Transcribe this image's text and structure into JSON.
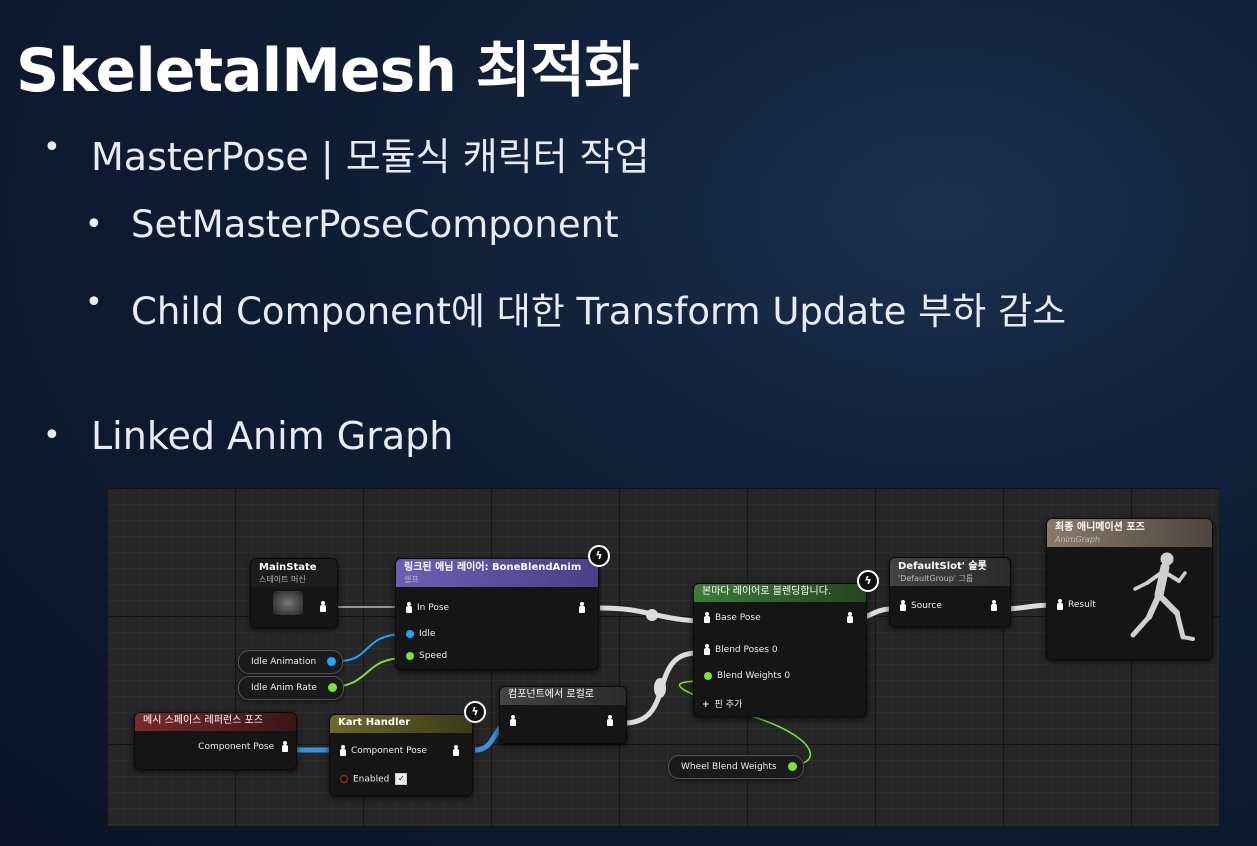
{
  "slide": {
    "title": "SkeletalMesh 최적화",
    "bullets": [
      "MasterPose | 모듈식 캐릭터 작업",
      "SetMasterPoseComponent",
      "Child Component에 대한 Transform Update 부하 감소",
      "Linked Anim Graph"
    ],
    "bullet_glyph": "•"
  },
  "graph": {
    "main_state": {
      "title": "MainState",
      "subtitle": "스테이트 머신"
    },
    "linked_layer": {
      "title": "링크된 애님 레이어: BoneBlendAnim",
      "subtitle": "셀프",
      "pins": [
        "In Pose",
        "Idle",
        "Speed"
      ]
    },
    "idle_animation_var": "Idle Animation",
    "idle_anim_rate_var": "Idle Anim Rate",
    "mesh_space_ref": {
      "title": "메시 스페이스 레퍼런스 포즈",
      "pin": "Component Pose"
    },
    "kart_handler": {
      "title": "Kart Handler",
      "pins": [
        "Component Pose",
        "Enabled"
      ]
    },
    "to_local": {
      "title": "컴포넌트에서 로컬로"
    },
    "layered_blend": {
      "title": "본마다 레이어로 블렌딩합니다.",
      "pins": [
        "Base Pose",
        "Blend Poses 0",
        "Blend Weights 0",
        "핀 추가"
      ]
    },
    "wheel_blend_var": "Wheel Blend Weights",
    "default_slot": {
      "title": "DefaultSlot' 슬롯",
      "subtitle": "'DefaultGroup' 그룹",
      "pin": "Source"
    },
    "final_pose": {
      "title": "최종 애니메이션 포즈",
      "subtitle": "AnimGraph",
      "pin": "Result"
    },
    "colors": {
      "blue_pin": "#1ea7ff",
      "green_pin": "#7ee03c",
      "header_purple": "#6b5fb3",
      "header_green": "#3f7a3b",
      "header_olive": "#6b6a2a",
      "header_red": "#7a2a2a",
      "header_gray": "#444444",
      "header_tan": "#8a7a6c"
    }
  }
}
